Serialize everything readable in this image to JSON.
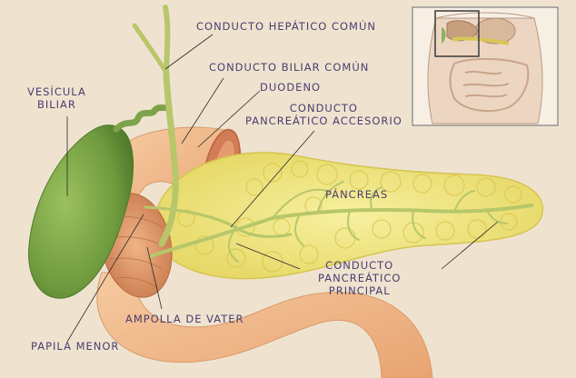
{
  "colors": {
    "background": "#efe3d0",
    "label": "#4a3d6e",
    "leader": "#2a2a2a",
    "gallbladder": "#7fa64a",
    "duct": "#b9c86a",
    "pancreas": "#ece27a",
    "duodenum": "#f1b988"
  },
  "labels": {
    "common_hepatic_duct": "CONDUCTO HEPÁTICO COMÚN",
    "common_bile_duct": "CONDUCTO BILIAR COMÚN",
    "duodenum": "DUODENO",
    "gallbladder": "VESÍCULA\nBILIAR",
    "accessory_pancreatic_duct": "CONDUCTO\nPANCREÁTICO ACCESORIO",
    "pancreas": "PÁNCREAS",
    "main_pancreatic_duct": "CONDUCTO\nPANCREÁTICO\nPRINCIPAL",
    "ampulla_of_vater": "AMPOLLA DE VATER",
    "minor_papilla": "PAPILA MENOR"
  },
  "inset": {
    "icon": "torso-location-inset"
  }
}
